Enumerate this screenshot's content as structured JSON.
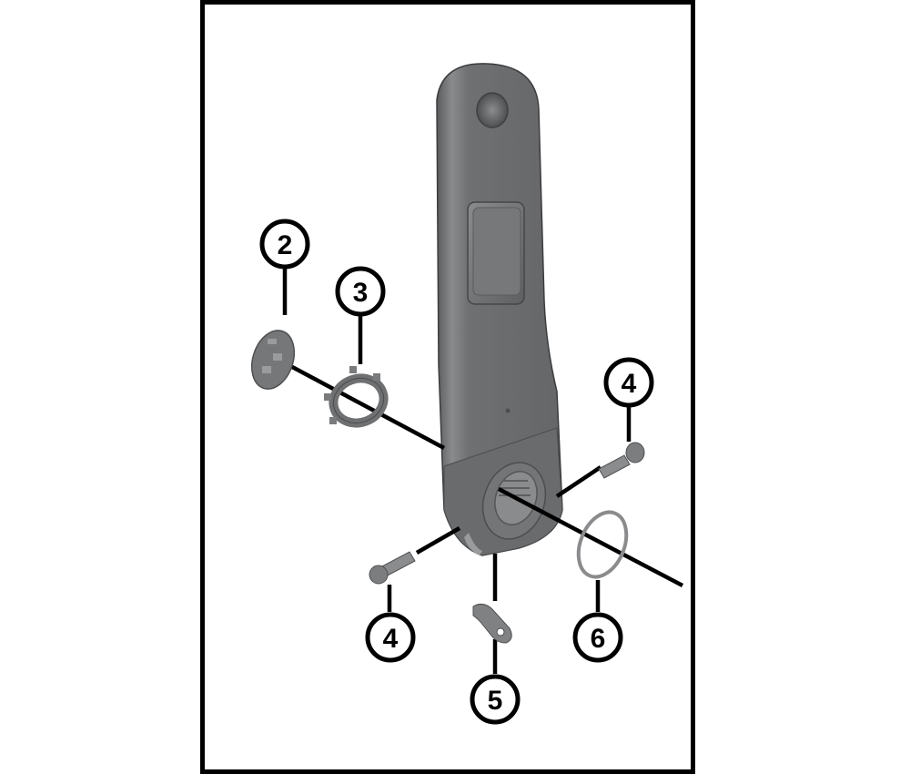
{
  "diagram": {
    "type": "exploded-parts-view",
    "subject": "crank arm",
    "colors": {
      "frame": "#000000",
      "background": "#ffffff",
      "part_gray": "#6f7072",
      "part_gray_light": "#8d8e90",
      "part_gray_dark": "#4a4b4d",
      "leader_line": "#000000"
    },
    "callouts": [
      {
        "id": "c2",
        "label": "2",
        "part": "cap"
      },
      {
        "id": "c3",
        "label": "3",
        "part": "lock-ring"
      },
      {
        "id": "c4a",
        "label": "4",
        "part": "bolt-right"
      },
      {
        "id": "c4b",
        "label": "4",
        "part": "bolt-left"
      },
      {
        "id": "c5",
        "label": "5",
        "part": "plate"
      },
      {
        "id": "c6",
        "label": "6",
        "part": "o-ring"
      }
    ]
  }
}
